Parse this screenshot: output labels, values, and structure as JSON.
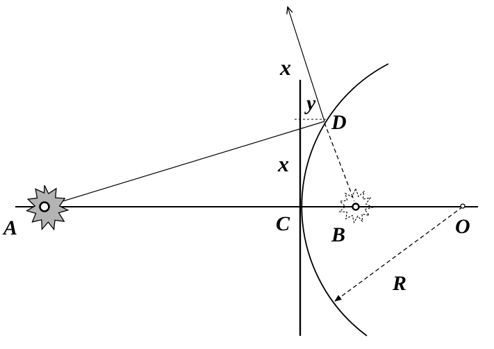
{
  "diagram": {
    "labels": {
      "A": "A",
      "B": "B",
      "C": "C",
      "D": "D",
      "O": "O",
      "R": "R",
      "x_axis": "x",
      "x_dist": "x",
      "y_angle": "y"
    },
    "colors": {
      "ink": "#000000",
      "source_fill": "#b3b3b3",
      "background": "#ffffff"
    },
    "icons": {
      "source_A": "starburst-source-icon",
      "image_B": "dashed-starburst-image-icon"
    }
  }
}
